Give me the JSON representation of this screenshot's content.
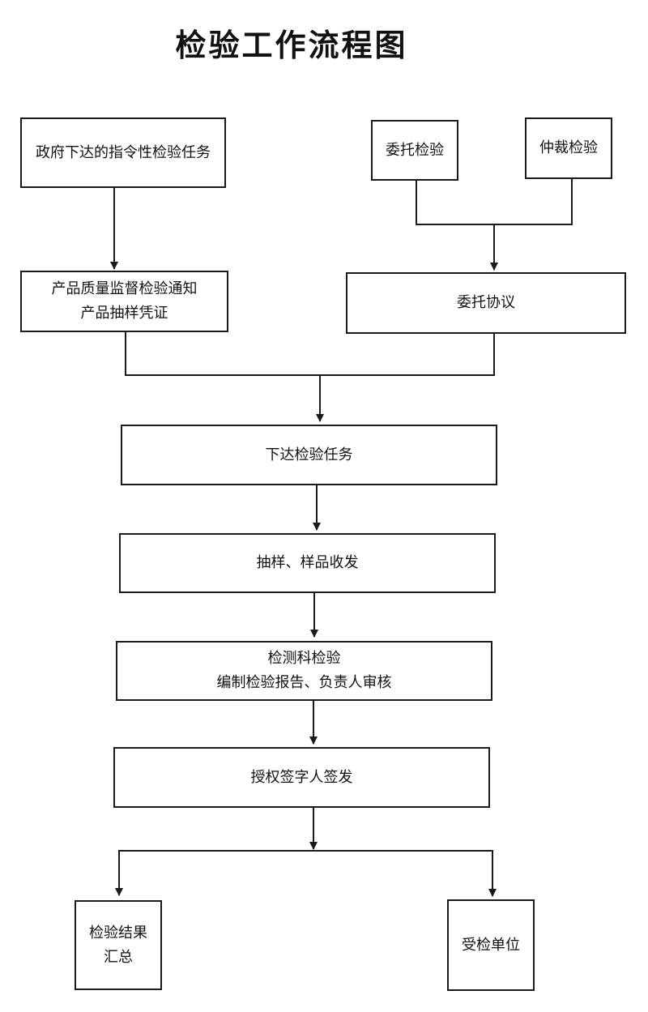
{
  "title": "检验工作流程图",
  "nodes": {
    "gov_task": "政府下达的指令性检验任务",
    "entrust_inspection": "委托检验",
    "arbitration_inspection": "仲裁检验",
    "notice_line1": "产品质量监督检验通知",
    "notice_line2": "产品抽样凭证",
    "entrust_agreement": "委托协议",
    "issue_task": "下达检验任务",
    "sampling": "抽样、样品收发",
    "test_line1": "检测科检验",
    "test_line2": "编制检验报告、负责人审核",
    "sign_issue": "授权签字人签发",
    "summary_line1": "检验结果",
    "summary_line2": "汇总",
    "recipient": "受检单位"
  },
  "colors": {
    "line": "#1a1a1a",
    "background": "#ffffff"
  }
}
